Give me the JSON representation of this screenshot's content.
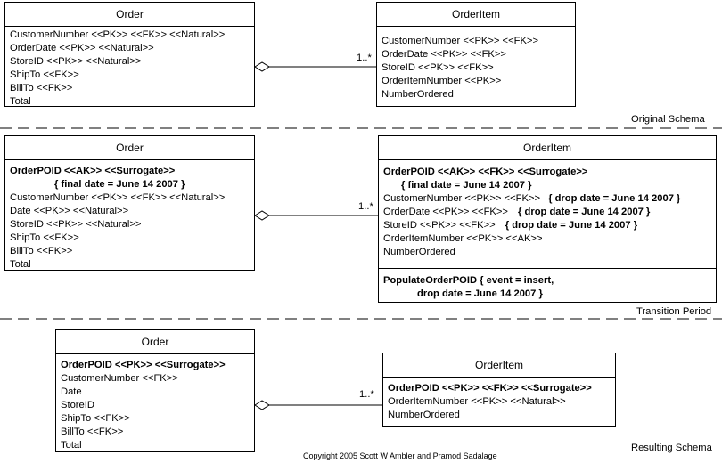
{
  "original": {
    "section_label": "Original Schema",
    "order": {
      "title": "Order",
      "attributes": [
        "CustomerNumber <<PK>> <<FK>> <<Natural>>",
        "OrderDate <<PK>> <<Natural>>",
        "StoreID <<PK>> <<Natural>>",
        "ShipTo <<FK>>",
        "BillTo <<FK>>",
        "Total"
      ]
    },
    "orderitem": {
      "title": "OrderItem",
      "attributes": [
        "CustomerNumber <<PK>>  <<FK>>",
        "OrderDate <<PK>> <<FK>>",
        "StoreID <<PK>> <<FK>>",
        "OrderItemNumber <<PK>>",
        "NumberOrdered"
      ]
    },
    "multiplicity": "1..*"
  },
  "transition": {
    "section_label": "Transition Period",
    "order": {
      "title": "Order",
      "bold_lines": [
        "OrderPOID <<AK>> <<Surrogate>>",
        "{ final date = June 14 2007 }"
      ],
      "attributes": [
        "CustomerNumber <<PK>> <<FK>> <<Natural>>",
        "Date <<PK>> <<Natural>>",
        "StoreID <<PK>> <<Natural>>",
        "ShipTo <<FK>>",
        "BillTo <<FK>>",
        "Total"
      ]
    },
    "orderitem": {
      "title": "OrderItem",
      "bold_lines": [
        "OrderPOID <<AK>> <<FK>>  <<Surrogate>>",
        "{ final date = June 14 2007 }"
      ],
      "attributes_with_notes": [
        {
          "text": "CustomerNumber <<PK>>  <<FK>>",
          "note": "{ drop date = June 14 2007 }"
        },
        {
          "text": "OrderDate <<PK>> <<FK>>",
          "note": "{ drop date = June 14 2007 }"
        },
        {
          "text": "StoreID <<PK>> <<FK>>",
          "note": "{ drop date = June 14 2007 }"
        }
      ],
      "attributes": [
        "OrderItemNumber <<PK>>   <<AK>>",
        "NumberOrdered"
      ],
      "operations": [
        "PopulateOrderPOID { event = insert,",
        "drop date = June 14 2007 }"
      ]
    },
    "multiplicity": "1..*"
  },
  "resulting": {
    "section_label": "Resulting Schema",
    "order": {
      "title": "Order",
      "bold_lines": [
        "OrderPOID <<PK>> <<Surrogate>>"
      ],
      "attributes": [
        "CustomerNumber <<FK>>",
        "Date",
        "StoreID",
        "ShipTo <<FK>>",
        "BillTo <<FK>>",
        "Total"
      ]
    },
    "orderitem": {
      "title": "OrderItem",
      "bold_lines": [
        "OrderPOID <<PK>> <<FK>>  <<Surrogate>>"
      ],
      "attributes": [
        "OrderItemNumber <<PK>>  <<Natural>>",
        "NumberOrdered"
      ]
    },
    "multiplicity": "1..*"
  },
  "copyright": "Copyright 2005 Scott W Ambler and Pramod Sadalage"
}
